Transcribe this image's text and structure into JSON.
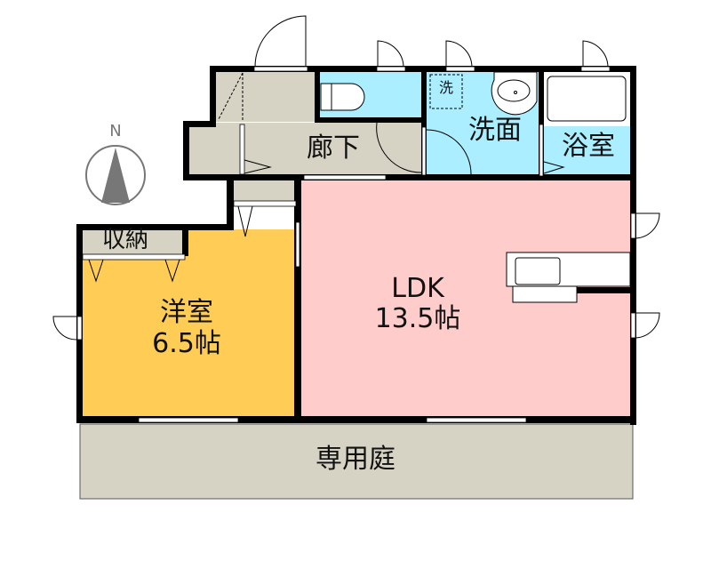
{
  "plan": {
    "type": "1LDK floor plan",
    "compass": {
      "label": "N"
    },
    "rooms": {
      "ldk": {
        "name": "LDK",
        "size": "13.5帖",
        "color": "#ffcccc"
      },
      "western": {
        "name": "洋室",
        "size": "6.5帖",
        "color": "#ffcc55"
      },
      "storage": {
        "name": "収納",
        "color": "#d6d3c4"
      },
      "hallway": {
        "name": "廊下",
        "color": "#d6d3c4"
      },
      "washroom": {
        "name": "洗面",
        "color": "#aaeeff"
      },
      "bathroom": {
        "name": "浴室",
        "color": "#aaeeff"
      },
      "washer": {
        "name": "洗"
      },
      "garden": {
        "name": "専用庭",
        "color": "#d6d3c4"
      }
    },
    "colors": {
      "wall": "#000000",
      "compass": "#777777"
    }
  }
}
